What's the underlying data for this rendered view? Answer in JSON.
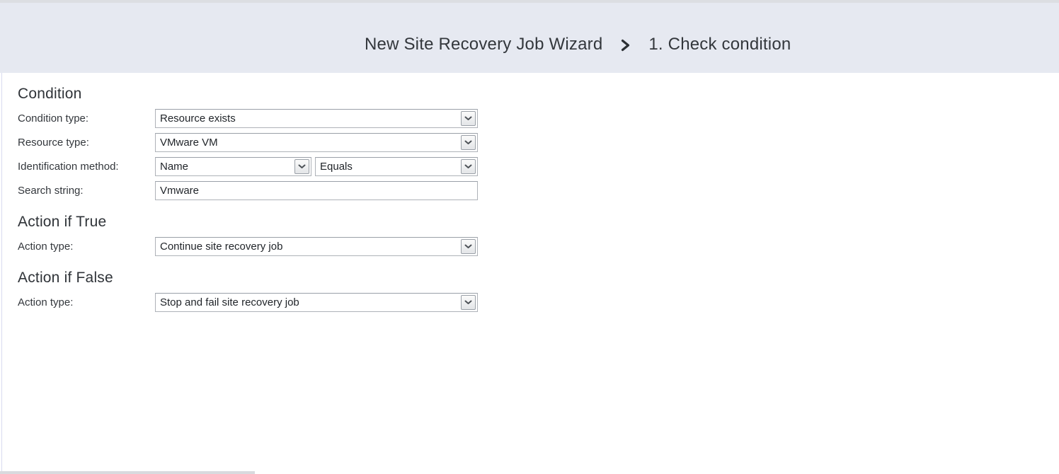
{
  "header": {
    "title": "New Site Recovery Job Wizard",
    "step": "1. Check condition"
  },
  "icons": {
    "breadcrumb_separator": "chevron-right",
    "dropdown_button": "chevron-down"
  },
  "colors": {
    "header_background": "#e6e9f1",
    "top_edge_strip": "#dcdee2",
    "content_background": "#ffffff",
    "text": "#33373c",
    "input_border": "#aeb2b8"
  },
  "form": {
    "condition": {
      "heading": "Condition",
      "condition_type": {
        "label": "Condition type:",
        "value": "Resource exists"
      },
      "resource_type": {
        "label": "Resource type:",
        "value": "VMware VM"
      },
      "identification_method": {
        "label": "Identification method:",
        "value": "Name",
        "operator_value": "Equals"
      },
      "search_string": {
        "label": "Search string:",
        "value": "Vmware"
      }
    },
    "action_if_true": {
      "heading": "Action if True",
      "action_type": {
        "label": "Action type:",
        "value": "Continue site recovery job"
      }
    },
    "action_if_false": {
      "heading": "Action if False",
      "action_type": {
        "label": "Action type:",
        "value": "Stop and fail site recovery job"
      }
    }
  }
}
